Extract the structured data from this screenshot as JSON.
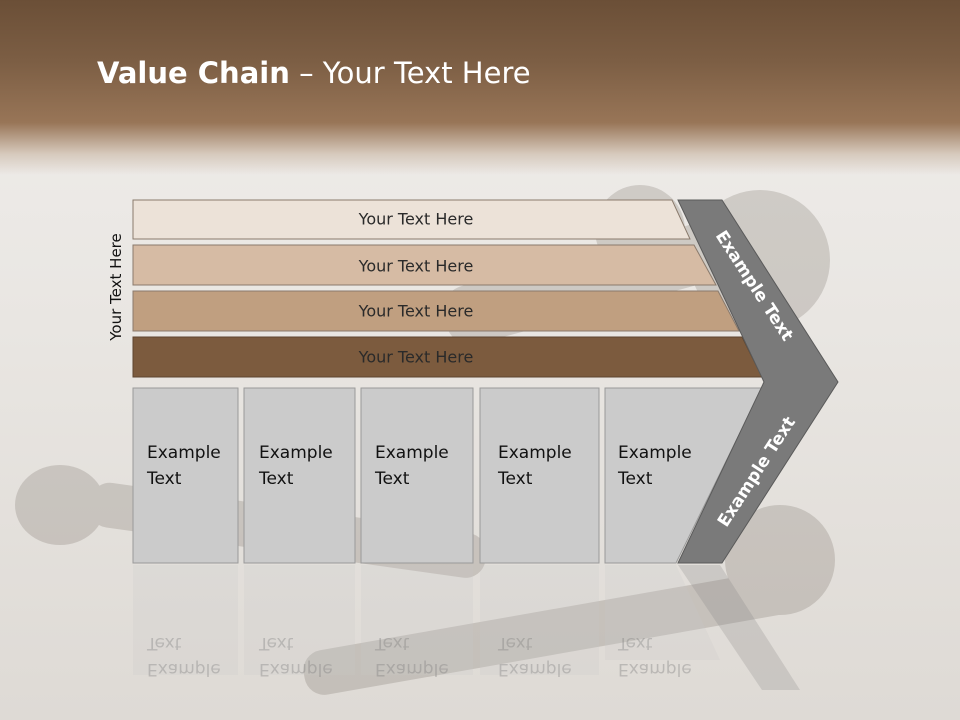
{
  "title": {
    "bold": "Value Chain",
    "rest": " – Your Text Here"
  },
  "side_label": "Your Text Here",
  "bars": [
    {
      "label": "Your Text Here",
      "color": "#ece2d8"
    },
    {
      "label": "Your Text Here",
      "color": "#d6bba4"
    },
    {
      "label": "Your Text Here",
      "color": "#c09f80"
    },
    {
      "label": "Your Text Here",
      "color": "#7c5b3e"
    }
  ],
  "boxes": [
    {
      "line1": "Example",
      "line2": "Text"
    },
    {
      "line1": "Example",
      "line2": "Text"
    },
    {
      "line1": "Example",
      "line2": "Text"
    },
    {
      "line1": "Example",
      "line2": "Text"
    },
    {
      "line1": "Example",
      "line2": "Text"
    }
  ],
  "arrow": {
    "upper": "Example Text",
    "lower": "Example Text",
    "color": "#7a7a7a"
  }
}
